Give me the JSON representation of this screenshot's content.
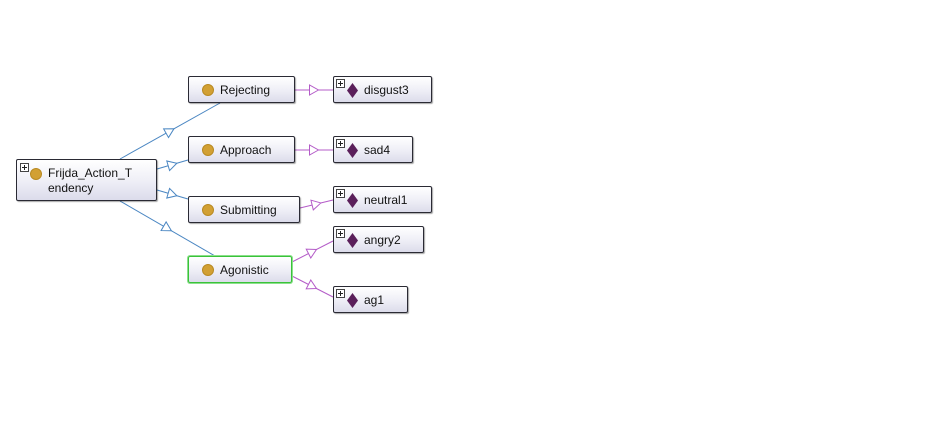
{
  "root": {
    "label_line1": "Frijda_Action_T",
    "label_line2": "endency",
    "color": "#d2a033"
  },
  "classes": [
    {
      "label": "Rejecting"
    },
    {
      "label": "Approach"
    },
    {
      "label": "Submitting"
    },
    {
      "label": "Agonistic",
      "selected": true
    }
  ],
  "individuals": [
    {
      "label": "disgust3",
      "class": "Rejecting"
    },
    {
      "label": "sad4",
      "class": "Approach"
    },
    {
      "label": "neutral1",
      "class": "Submitting"
    },
    {
      "label": "angry2",
      "class": "Agonistic"
    },
    {
      "label": "ag1",
      "class": "Agonistic"
    }
  ],
  "colors": {
    "subclass_edge": "#4a86c2",
    "instance_edge": "#b45cc8",
    "class_icon": "#d2a033",
    "individual_icon": "#5a1f5a",
    "selected_border": "#3ac23a"
  }
}
